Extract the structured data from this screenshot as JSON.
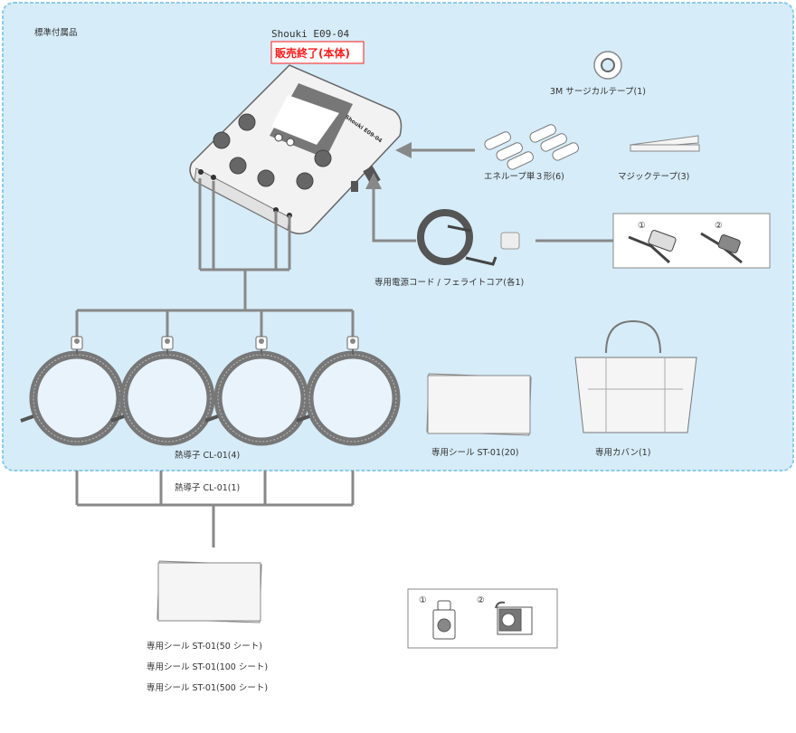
{
  "section_title": "標準付属品",
  "device": {
    "model": "Shouki  E09-04",
    "status_badge": "販売終了(本体)",
    "panel_label": "Shouki E09-04"
  },
  "accessories": {
    "surgical_tape": "3M サージカルテープ(1)",
    "batteries": "エネループ単３形(6)",
    "velcro": "マジックテープ(3)",
    "power_cord": "専用電源コード / フェライトコア(各1)",
    "thermal_probes": "熱導子 CL-01(4)",
    "seals": "専用シール ST-01(20)",
    "bag": "専用カバン(1)"
  },
  "ferrite_steps": [
    "①",
    "②"
  ],
  "options": {
    "thermal_probe": "熱導子 CL-01(1)",
    "seal_packs": [
      "専用シール ST-01(50 シート)",
      "専用シール ST-01(100 シート)",
      "専用シール ST-01(500 シート)"
    ]
  },
  "seal_steps": [
    "①",
    "②"
  ],
  "colors": {
    "panel_bg": "#d6ecf8",
    "panel_border": "#8ccbec",
    "connector": "#888888",
    "badge": "#ff1a1a"
  }
}
